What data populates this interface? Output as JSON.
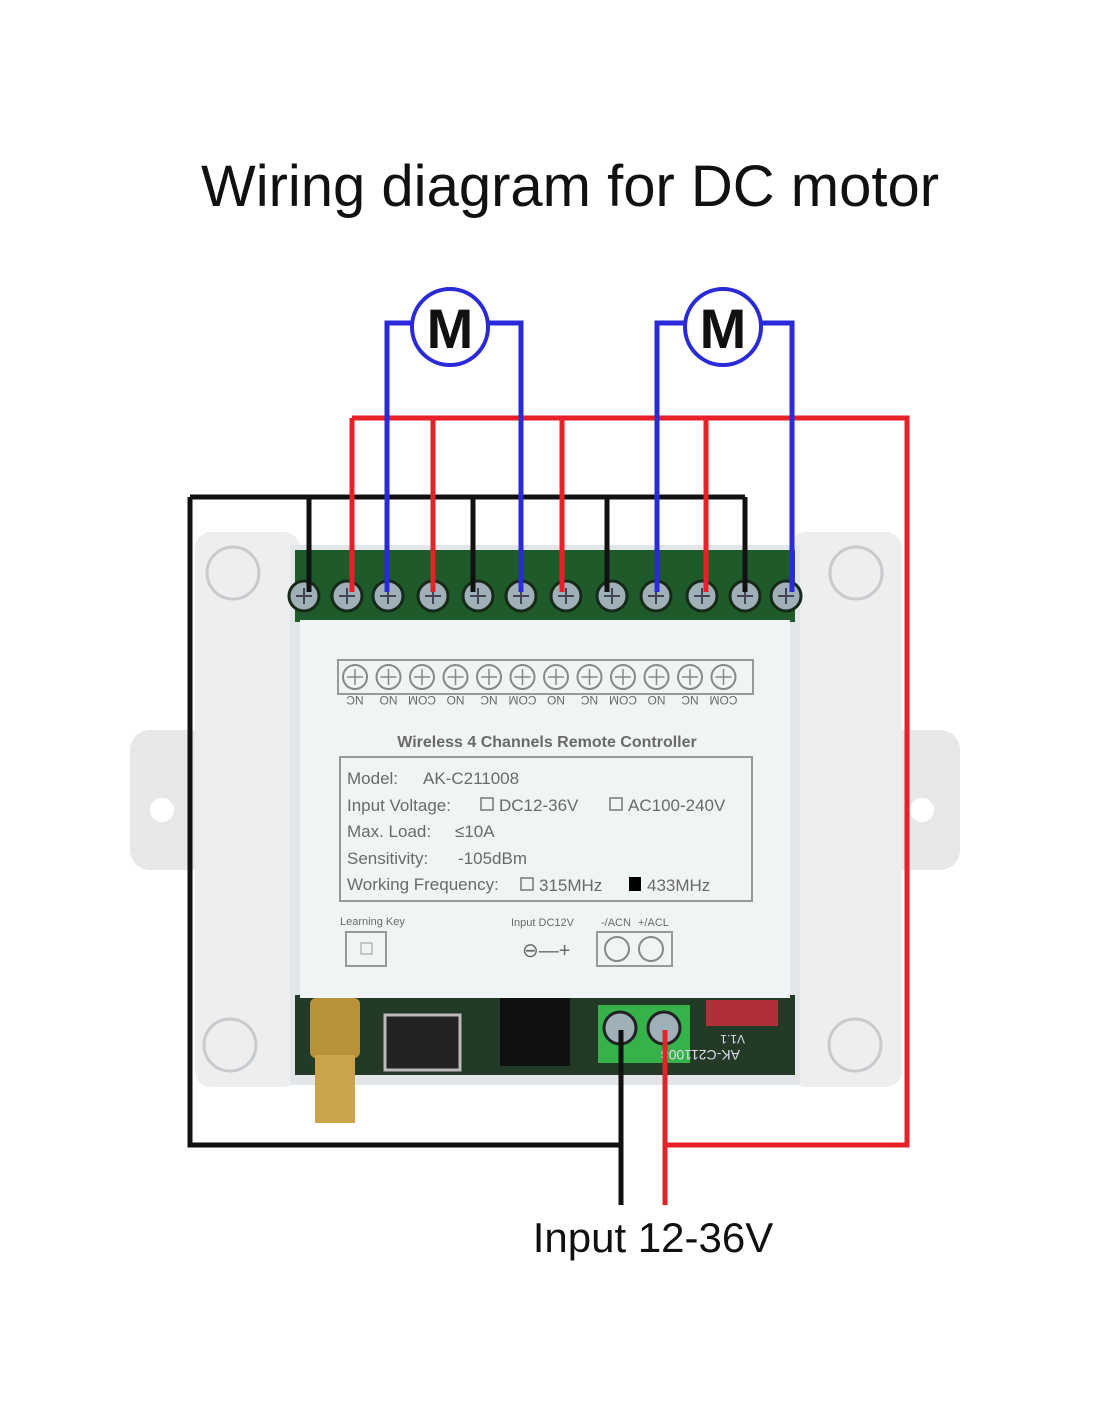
{
  "title": "Wiring diagram for DC motor",
  "motor_label": "M",
  "input_label": "Input 12-36V",
  "terminal_labels": [
    "NC",
    "NO",
    "COM",
    "NO",
    "NC",
    "COM",
    "NO",
    "NC",
    "COM",
    "NO",
    "NC",
    "COM"
  ],
  "device": {
    "name": "Wireless 4 Channels Remote Controller",
    "model_label": "Model:",
    "model": "AK-C211008",
    "input_voltage_label": "Input Voltage:",
    "voltage_options": [
      "DC12-36V",
      "AC100-240V"
    ],
    "max_load_label": "Max. Load:",
    "max_load": "≤10A",
    "sensitivity_label": "Sensitivity:",
    "sensitivity": "-105dBm",
    "frequency_label": "Working Frequency:",
    "frequency_options": [
      "315MHz",
      "433MHz"
    ],
    "learning_key": "Learning Key",
    "input_dc": "Input DC12V",
    "power_terminals": [
      "-/ACN",
      "+/ACL"
    ],
    "pcb_text": "AK-C211008",
    "pcb_version": "V1.1"
  },
  "colors": {
    "positive": "#e8202a",
    "negative": "#111111",
    "motor": "#2a2ad8"
  }
}
